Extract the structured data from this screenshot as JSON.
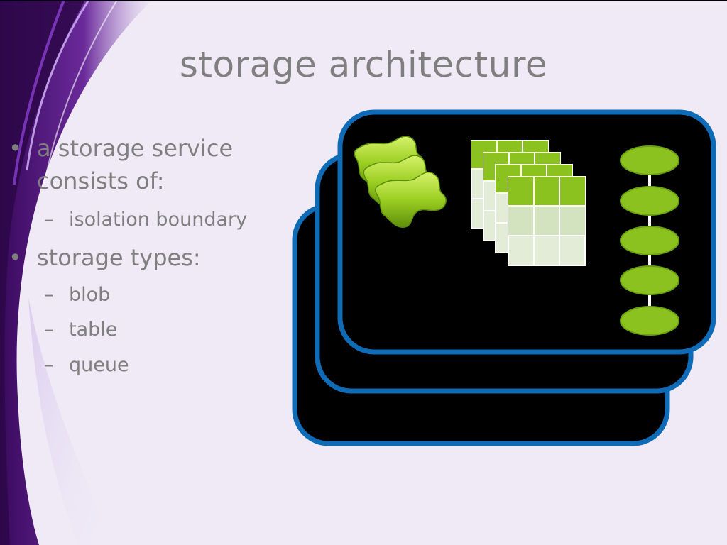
{
  "slide": {
    "title": "storage architecture",
    "bullets": [
      {
        "marker": "•",
        "line1": "a storage service",
        "line2": "consists of:"
      },
      {
        "marker": "–",
        "text": "isolation boundary"
      },
      {
        "marker": "•",
        "text": "storage types:"
      },
      {
        "marker": "–",
        "text": "blob"
      },
      {
        "marker": "–",
        "text": "table"
      },
      {
        "marker": "–",
        "text": "queue"
      }
    ]
  },
  "colors": {
    "background": "#efeaf6",
    "text": "#7f7f7f",
    "card_border": "#0f6bb6",
    "card_fill": "#000000",
    "accent_green": "#8cc21f",
    "table_light": "#e3ecd6",
    "swoosh_purple": "#5a1e83"
  },
  "icons": [
    "blob-icon",
    "table-icon",
    "queue-icon"
  ]
}
